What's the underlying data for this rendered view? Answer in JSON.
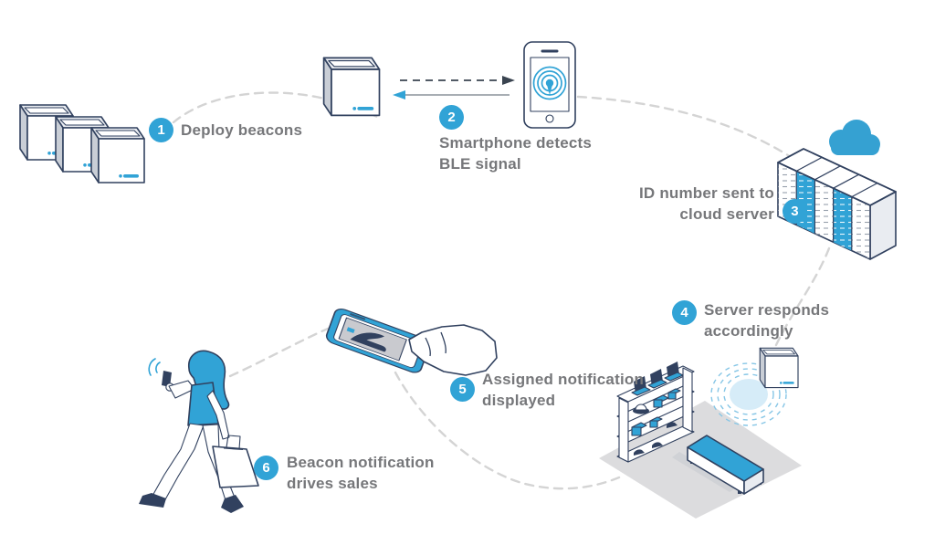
{
  "diagram": {
    "name": "beacon-marketing-flow",
    "steps": [
      {
        "number": "1",
        "label": "Deploy beacons"
      },
      {
        "number": "2",
        "label": "Smartphone detects\nBLE signal"
      },
      {
        "number": "3",
        "label": "ID number sent to\ncloud server"
      },
      {
        "number": "4",
        "label": "Server responds\naccordingly"
      },
      {
        "number": "5",
        "label": "Assigned notification\ndisplayed"
      },
      {
        "number": "6",
        "label": "Beacon notification\ndrives sales"
      }
    ]
  },
  "icons": {
    "cloud-icon": "solid blue cloud shape",
    "broadcast-icon": "concentric circles with center dot",
    "signal-waves-icon": "double arc radio waves",
    "beacon-logo": "small blue wordmark strip"
  },
  "colors": {
    "accent": "#31a3d6",
    "outline": "#31415f",
    "text": "#76777a",
    "path": "#d4d4d4",
    "floor": "#dcdcde",
    "cube_side": "#c9ced6",
    "cube_top": "#e9ecf1",
    "screen": "#c9cacf",
    "ripple": "#d6ecf8",
    "ring": "#86c6e6"
  }
}
